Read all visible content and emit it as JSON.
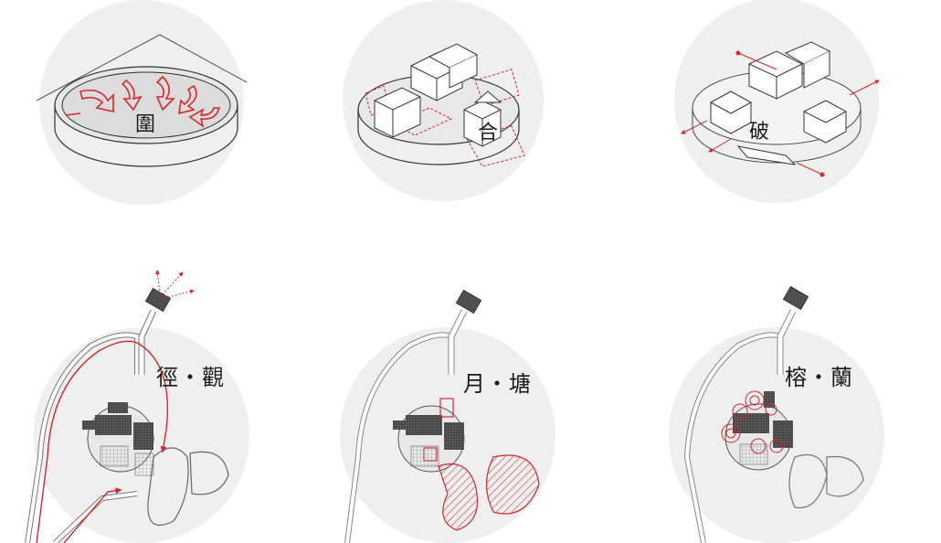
{
  "panels": {
    "enclose": {
      "label": "圍"
    },
    "combine": {
      "label": "合"
    },
    "break": {
      "label": "破"
    },
    "path_view": {
      "label": "徑・觀"
    },
    "moon_pond": {
      "label": "月・塘"
    },
    "banyan_orchid": {
      "label": "榕・蘭"
    }
  },
  "colors": {
    "accent": "#d8262b",
    "line": "#3a3a3a",
    "disc": "#efefef",
    "building": "#555555"
  }
}
